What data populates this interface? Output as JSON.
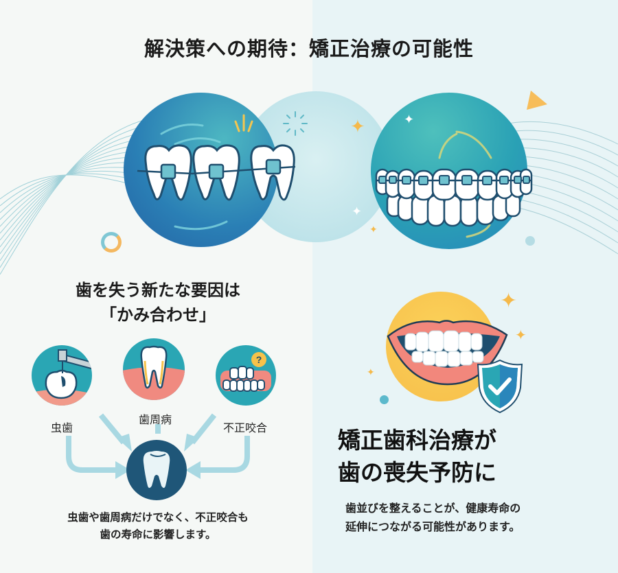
{
  "header": {
    "title": "解決策への期待：矯正治療の可能性"
  },
  "hero": {
    "left_circle": {
      "icon": "teeth-with-braces-icon",
      "color": "#2f86b8"
    },
    "center_circle": {
      "color": "#bfe3ea"
    },
    "right_circle": {
      "icon": "aligned-teeth-braces-icon",
      "color": "#2aa6b4"
    },
    "decorations": [
      "wave-lines",
      "donut-ring",
      "sparkles",
      "triangle",
      "dot"
    ]
  },
  "left_section": {
    "heading_line1": "歯を失う新たな要因は",
    "heading_line2": "「かみ合わせ」",
    "causes": [
      {
        "label": "虫歯",
        "icon": "cavity-drill-icon"
      },
      {
        "label": "歯周病",
        "icon": "gum-disease-tooth-icon"
      },
      {
        "label": "不正咬合",
        "icon": "malocclusion-question-icon"
      }
    ],
    "center_icon": "tooth-icon",
    "body_line1": "虫歯や歯周病だけでなく、不正咬合も",
    "body_line2": "歯の寿命に影響します。"
  },
  "right_section": {
    "illustration": "smile-with-shield-icon",
    "heading_line1": "矯正歯科治療が",
    "heading_line2": "歯の喪失予防に",
    "body_line1": "歯並びを整えることが、健康寿命の",
    "body_line2": "延伸につながる可能性があります。"
  },
  "colors": {
    "accent_blue": "#2a6f97",
    "accent_teal": "#2aa6b4",
    "accent_yellow": "#f6c24a",
    "gum_pink": "#f08a80",
    "navy": "#1f4e6e",
    "arrow_light": "#a8d8e2"
  }
}
